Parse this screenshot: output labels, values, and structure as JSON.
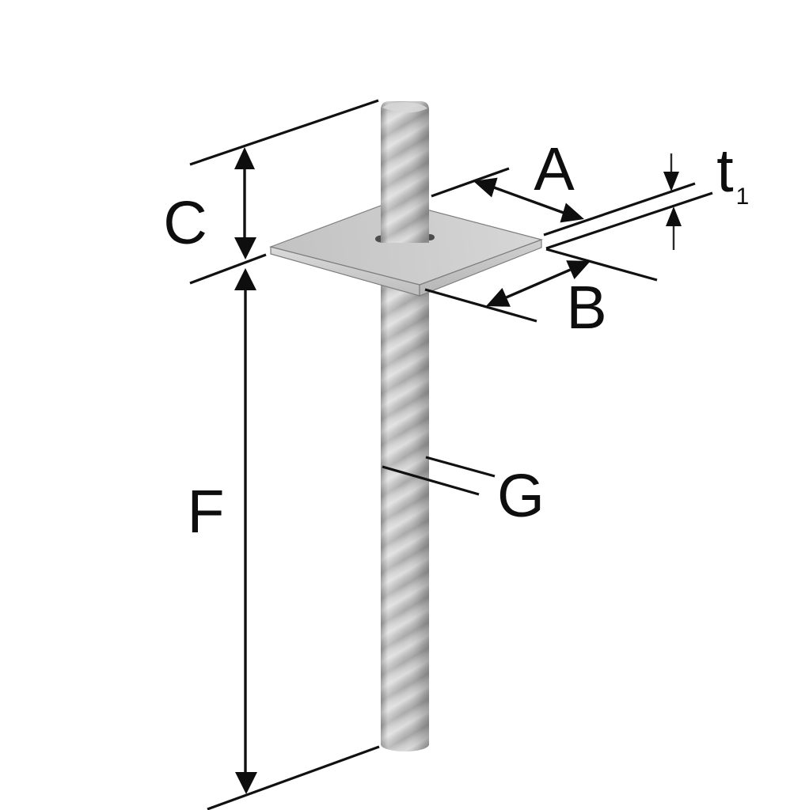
{
  "diagram": {
    "type": "technical-dimension-drawing",
    "subject": "rebar-post-anchor-with-square-base-plate",
    "labels": {
      "plate_width": "A",
      "plate_depth": "B",
      "rod_top_length": "C",
      "rod_bottom_length": "F",
      "rod_diameter": "G",
      "plate_thickness": "t",
      "plate_thickness_subscript": "1"
    },
    "colors": {
      "background": "#ffffff",
      "line": "#111111",
      "label_text": "#0e0e0e",
      "rod_rib_dark": "#a6a6a6",
      "rod_rib_light": "#dcdcdc",
      "plate_top_light": "#d7d7d7",
      "plate_top_dark": "#c2c2c2",
      "plate_edge": "#7d7d7d",
      "hole_shadow": "#4d4d4d"
    }
  }
}
